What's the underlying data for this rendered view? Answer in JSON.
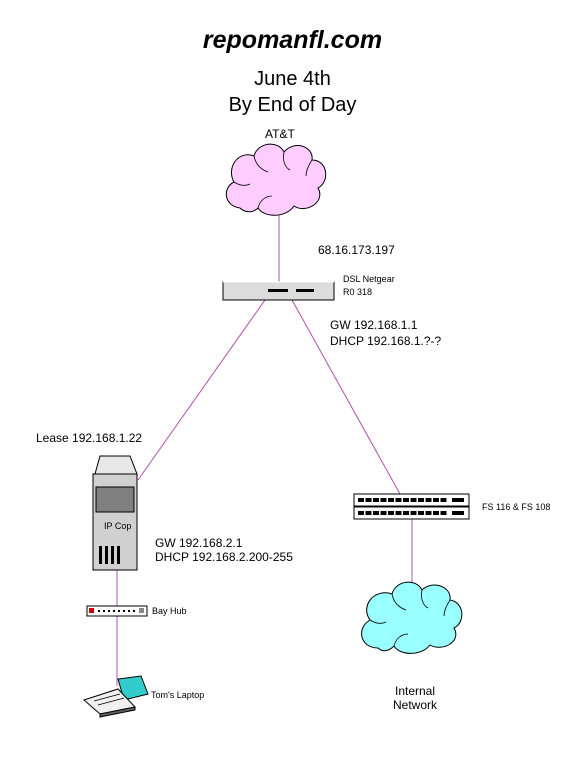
{
  "title": "repomanfl.com",
  "subtitle": [
    "June 4th",
    "By End of Day"
  ],
  "nodes": {
    "isp_cloud": {
      "label": "AT&T",
      "color": "#ffccff"
    },
    "router": {
      "label_line1": "DSL Netgear",
      "label_line2": "R0 318",
      "wan_ip": "68.16.173.197",
      "color": "#dcdcdc"
    },
    "router_lan": {
      "gw": "GW 192.168.1.1",
      "dhcp": "DHCP 192.168.1.?-?"
    },
    "firewall": {
      "label": "IP Cop",
      "lease": "Lease 192.168.1.22",
      "gw": "GW 192.168.2.1",
      "dhcp": "DHCP 192.168.2.200-255",
      "color": "#d0d0d0"
    },
    "hub": {
      "label": "Bay Hub"
    },
    "laptop": {
      "label": "Tom's Laptop",
      "screen_color": "#33cccc"
    },
    "switch": {
      "label": "FS 116 & FS 108"
    },
    "internal_cloud": {
      "label_line1": "Internal",
      "label_line2": "Network",
      "color": "#99ffff"
    }
  },
  "link_color": "#b050b0"
}
